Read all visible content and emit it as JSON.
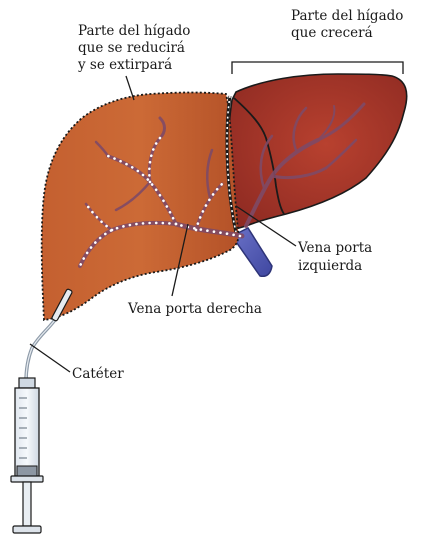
{
  "labels": {
    "reduced_part": [
      "Parte del hígado",
      "que se reducirá",
      "y se extirpará"
    ],
    "grow_part": [
      "Parte del hígado",
      "que crecerá"
    ],
    "left_portal": [
      "Vena porta",
      "izquierda"
    ],
    "right_portal": "Vena porta derecha",
    "catheter": "Catéter"
  },
  "colors": {
    "liver_right_lobe": "#c0602c",
    "liver_left_lobe": "#a63a2a",
    "vessels": "#7f4a66",
    "portal_vein": "#5a63b8",
    "outline": "#1a1a1a"
  }
}
